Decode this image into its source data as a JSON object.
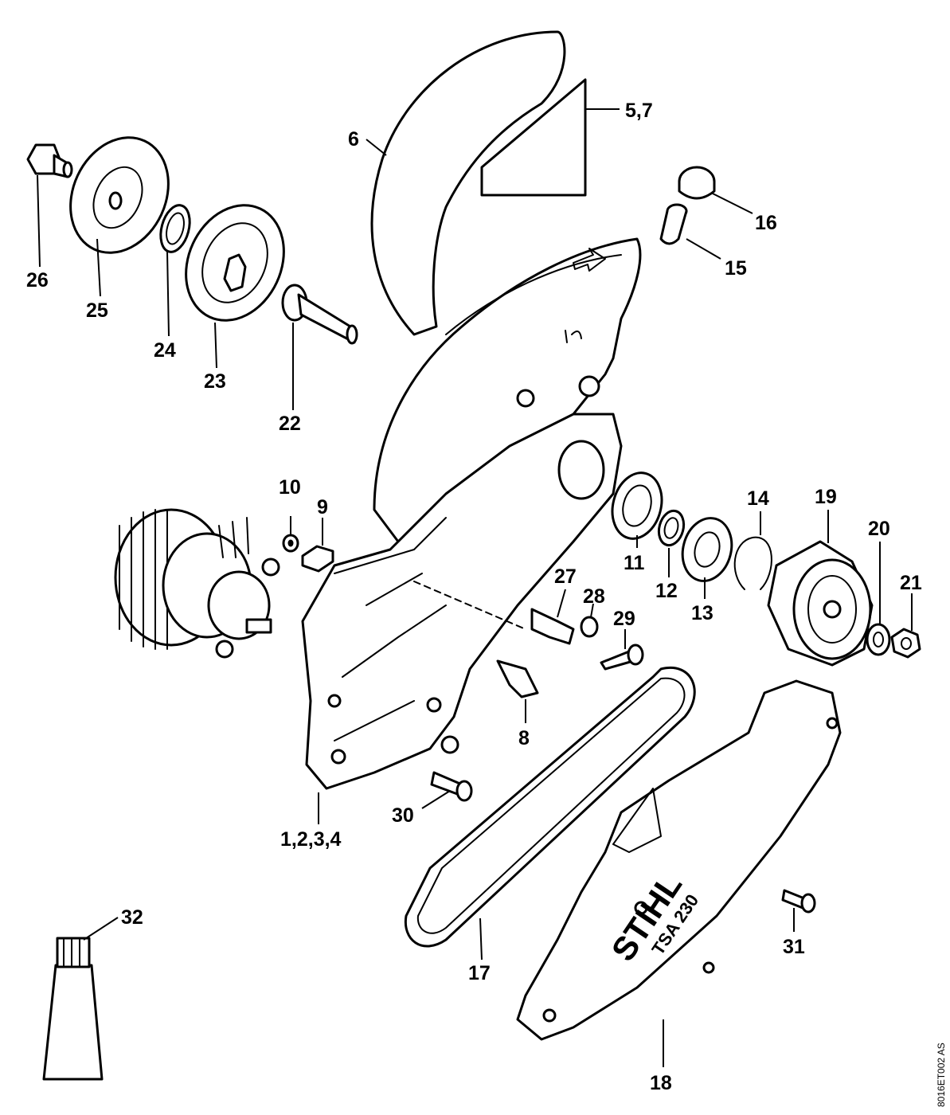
{
  "drawing_code": "8016ET002 AS",
  "brand_text": "STIHL",
  "model_text": "TSA 230",
  "callouts": [
    {
      "id": "c26",
      "text": "26"
    },
    {
      "id": "c25",
      "text": "25"
    },
    {
      "id": "c24",
      "text": "24"
    },
    {
      "id": "c23",
      "text": "23"
    },
    {
      "id": "c22",
      "text": "22"
    },
    {
      "id": "c6",
      "text": "6"
    },
    {
      "id": "c57",
      "text": "5,7"
    },
    {
      "id": "c16",
      "text": "16"
    },
    {
      "id": "c15",
      "text": "15"
    },
    {
      "id": "c10",
      "text": "10"
    },
    {
      "id": "c9",
      "text": "9"
    },
    {
      "id": "c11",
      "text": "11"
    },
    {
      "id": "c12",
      "text": "12"
    },
    {
      "id": "c13",
      "text": "13"
    },
    {
      "id": "c14",
      "text": "14"
    },
    {
      "id": "c19",
      "text": "19"
    },
    {
      "id": "c20",
      "text": "20"
    },
    {
      "id": "c21",
      "text": "21"
    },
    {
      "id": "c27",
      "text": "27"
    },
    {
      "id": "c28",
      "text": "28"
    },
    {
      "id": "c29",
      "text": "29"
    },
    {
      "id": "c8",
      "text": "8"
    },
    {
      "id": "c30",
      "text": "30"
    },
    {
      "id": "c1234",
      "text": "1,2,3,4"
    },
    {
      "id": "c32",
      "text": "32"
    },
    {
      "id": "c17",
      "text": "17"
    },
    {
      "id": "c31",
      "text": "31"
    },
    {
      "id": "c18",
      "text": "18"
    }
  ]
}
